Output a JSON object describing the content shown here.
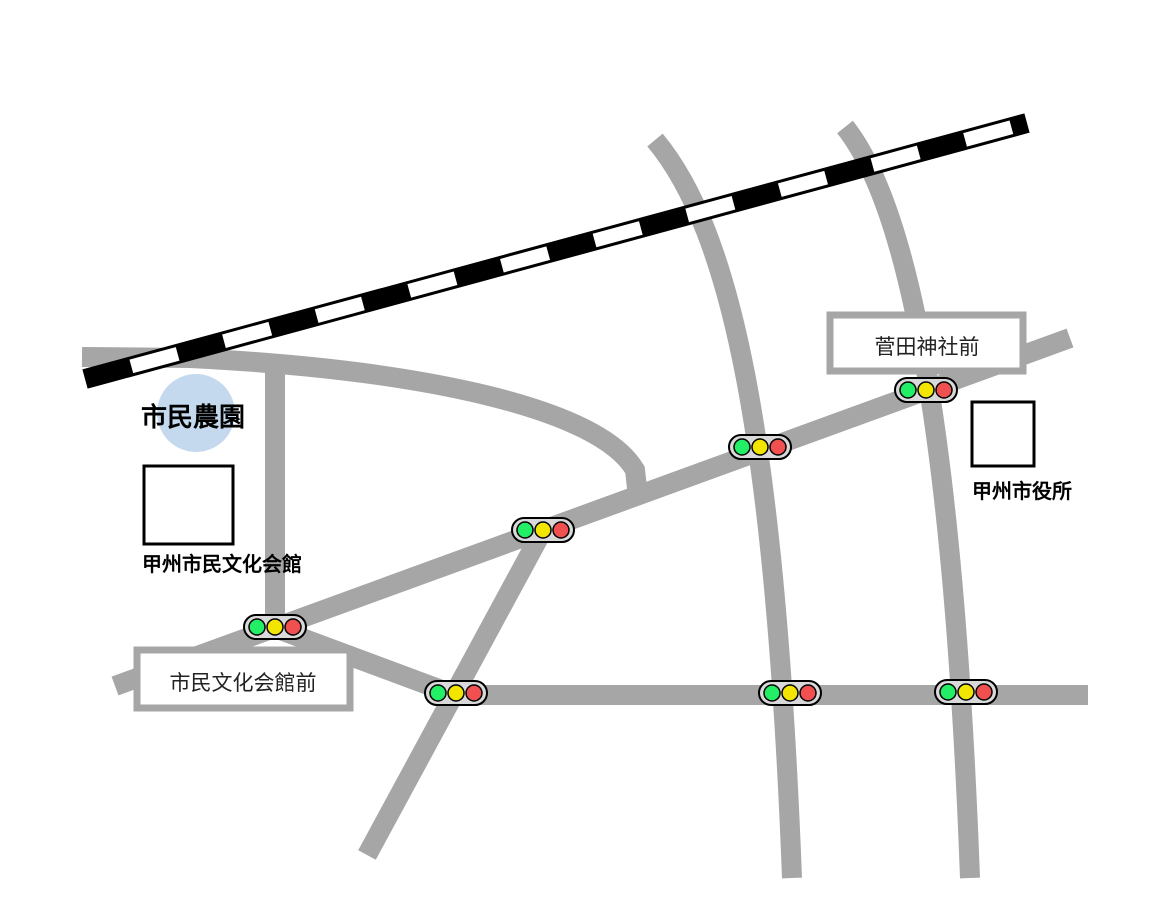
{
  "map": {
    "places": {
      "farm": "市民農園",
      "culture_hall": "甲州市民文化会館",
      "city_hall": "甲州市役所"
    },
    "intersections": {
      "sugata_shrine": "菅田神社前",
      "culture_hall_front": "市民文化会館前"
    },
    "colors": {
      "road": "#a6a6a6",
      "railway_dark": "#000000",
      "railway_light": "#ffffff",
      "farm_marker": "#c5d9ee",
      "signal_green": "#22ee66",
      "signal_yellow": "#f2e600",
      "signal_red": "#f05050",
      "signal_housing": "#d9d9d9"
    }
  }
}
